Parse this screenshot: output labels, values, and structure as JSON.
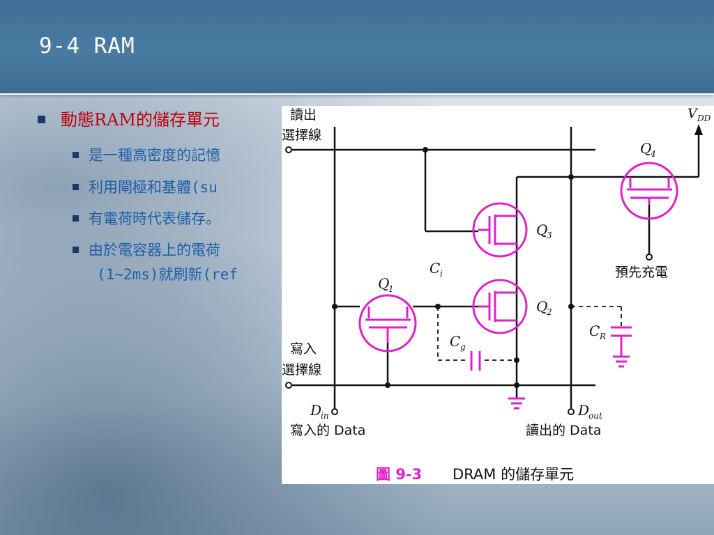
{
  "slide": {
    "title": "9-4 RAM"
  },
  "bullets": {
    "main": "動態RAM的儲存單元",
    "items": [
      "是一種高密度的記憶",
      "利用閘極和基體(su",
      "有電荷時代表儲存。",
      "由於電容器上的電荷",
      "(1~2ms)就刷新(ref"
    ]
  },
  "figure": {
    "labels": {
      "read_select_1": "讀出",
      "read_select_2": "選擇線",
      "write_select_1": "寫入",
      "write_select_2": "選擇線",
      "vdd": "V",
      "vdd_sub": "DD",
      "q1": "Q",
      "q1_sub": "1",
      "q2": "Q",
      "q2_sub": "2",
      "q3": "Q",
      "q3_sub": "3",
      "q4": "Q",
      "q4_sub": "4",
      "ci": "C",
      "ci_sub": "i",
      "cg": "C",
      "cg_sub": "g",
      "cr": "C",
      "cr_sub": "R",
      "din": "D",
      "din_sub": "in",
      "dout": "D",
      "dout_sub": "out",
      "write_data": "寫入的 Data",
      "read_data": "讀出的 Data",
      "precharge": "預先充電"
    },
    "caption_number": "圖 9-3",
    "caption_text": "DRAM 的儲存單元"
  },
  "colors": {
    "header": "#4a7ba1",
    "accent_magenta": "#e020c8",
    "bullet_red": "#c0000d",
    "sub_blue": "#1f5fa8"
  }
}
